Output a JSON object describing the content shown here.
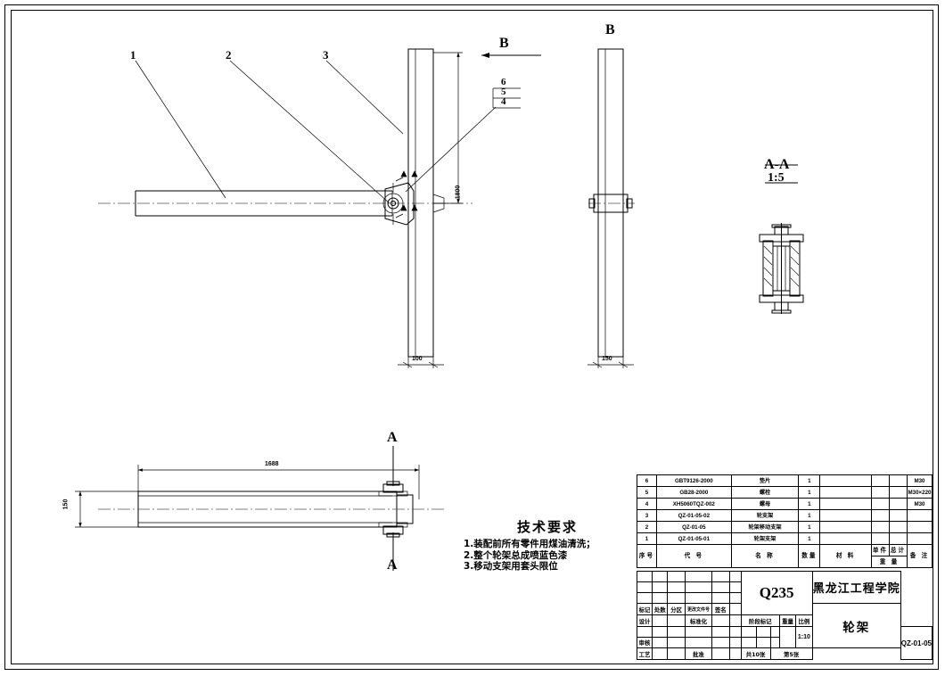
{
  "sheet": {
    "type": "engineering-assembly-drawing"
  },
  "views": {
    "front": {
      "balloons": [
        "1",
        "2",
        "3"
      ],
      "stack_callout": [
        "6",
        "5",
        "4"
      ],
      "section_arrow_label": "B",
      "dim_height": "1800",
      "dim_post_width": "100"
    },
    "side": {
      "label": "B",
      "dim_width": "150"
    },
    "section_aa": {
      "label": "A-A",
      "scale": "1:5"
    },
    "bottom": {
      "dim_length": "1688",
      "dim_height": "150",
      "section_label_top": "A",
      "section_label_bottom": "A"
    }
  },
  "tech_notes": {
    "title": "技术要求",
    "lines": [
      "1.装配前所有零件用煤油清洗；",
      "2.整个轮架总成喷蓝色漆",
      "3.移动支架用套头限位"
    ]
  },
  "bom": {
    "headers": {
      "no": "序号",
      "code": "代    号",
      "name": "名    称",
      "qty": "数量",
      "material": "材    料",
      "weight_group": "重    量",
      "weight_unit": "单件",
      "weight_total": "总计",
      "remark": "备  注"
    },
    "rows": [
      {
        "no": "6",
        "code": "GBT9126-2000",
        "name": "垫片",
        "qty": "1",
        "material": "",
        "unit_w": "",
        "total_w": "",
        "remark": "M30"
      },
      {
        "no": "5",
        "code": "GB28-2000",
        "name": "螺栓",
        "qty": "1",
        "material": "",
        "unit_w": "",
        "total_w": "",
        "remark": "M30×220"
      },
      {
        "no": "4",
        "code": "XH5060TQZ-002",
        "name": "螺母",
        "qty": "1",
        "material": "",
        "unit_w": "",
        "total_w": "",
        "remark": "M30"
      },
      {
        "no": "3",
        "code": "QZ-01-05-02",
        "name": "轮支架",
        "qty": "1",
        "material": "",
        "unit_w": "",
        "total_w": "",
        "remark": ""
      },
      {
        "no": "2",
        "code": "QZ-01-05",
        "name": "轮架移动支架",
        "qty": "1",
        "material": "",
        "unit_w": "",
        "total_w": "",
        "remark": ""
      },
      {
        "no": "1",
        "code": "QZ-01-05-01",
        "name": "轮架支架",
        "qty": "1",
        "material": "",
        "unit_w": "",
        "total_w": "",
        "remark": ""
      }
    ]
  },
  "title_block": {
    "rev_headers": [
      "标记",
      "处数",
      "分区",
      "更改文件号",
      "签名"
    ],
    "role_design": "设计",
    "role_standard": "标准化",
    "role_review": "审核",
    "role_process": "工艺",
    "role_approve": "批准",
    "material": "Q235",
    "stage_label": "阶段标记",
    "weight_label": "重量",
    "scale_label": "比例",
    "scale_value": "1:10",
    "sheet_total": "共10张",
    "sheet_index": "第5张",
    "institute": "黑龙江工程学院",
    "part_name": "轮架",
    "drawing_no": "QZ-01-05"
  }
}
